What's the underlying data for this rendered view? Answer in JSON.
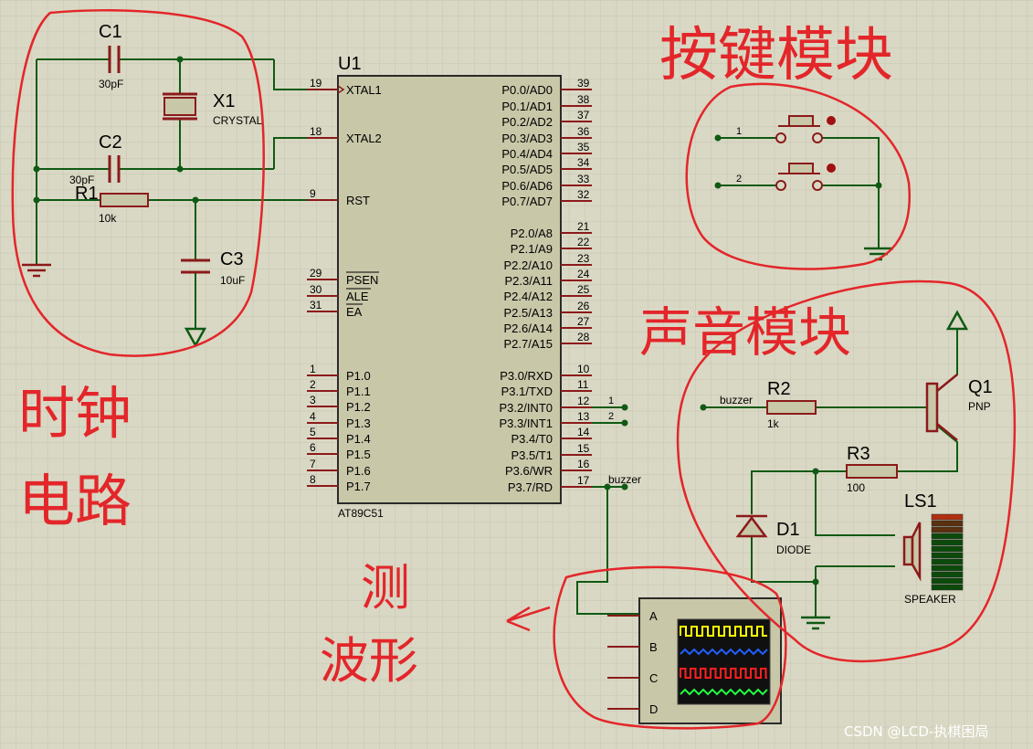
{
  "colors": {
    "background": "#d9d8c4",
    "grid": "#c7c6b1",
    "wire": "#0f5a14",
    "component": "#8b1a1a",
    "chip_body": "#c8c7a8",
    "annotation": "#e3262a"
  },
  "chip": {
    "ref": "U1",
    "part": "AT89C51",
    "left_pins": [
      {
        "num": "19",
        "name": "XTAL1"
      },
      {
        "num": "18",
        "name": "XTAL2"
      },
      {
        "num": "9",
        "name": "RST"
      },
      {
        "num": "29",
        "name": "PSEN"
      },
      {
        "num": "30",
        "name": "ALE"
      },
      {
        "num": "31",
        "name": "EA"
      },
      {
        "num": "1",
        "name": "P1.0"
      },
      {
        "num": "2",
        "name": "P1.1"
      },
      {
        "num": "3",
        "name": "P1.2"
      },
      {
        "num": "4",
        "name": "P1.3"
      },
      {
        "num": "5",
        "name": "P1.4"
      },
      {
        "num": "6",
        "name": "P1.5"
      },
      {
        "num": "7",
        "name": "P1.6"
      },
      {
        "num": "8",
        "name": "P1.7"
      }
    ],
    "right_pins": [
      {
        "num": "39",
        "name": "P0.0/AD0"
      },
      {
        "num": "38",
        "name": "P0.1/AD1"
      },
      {
        "num": "37",
        "name": "P0.2/AD2"
      },
      {
        "num": "36",
        "name": "P0.3/AD3"
      },
      {
        "num": "35",
        "name": "P0.4/AD4"
      },
      {
        "num": "34",
        "name": "P0.5/AD5"
      },
      {
        "num": "33",
        "name": "P0.6/AD6"
      },
      {
        "num": "32",
        "name": "P0.7/AD7"
      },
      {
        "num": "21",
        "name": "P2.0/A8"
      },
      {
        "num": "22",
        "name": "P2.1/A9"
      },
      {
        "num": "23",
        "name": "P2.2/A10"
      },
      {
        "num": "24",
        "name": "P2.3/A11"
      },
      {
        "num": "25",
        "name": "P2.4/A12"
      },
      {
        "num": "26",
        "name": "P2.5/A13"
      },
      {
        "num": "27",
        "name": "P2.6/A14"
      },
      {
        "num": "28",
        "name": "P2.7/A15"
      },
      {
        "num": "10",
        "name": "P3.0/RXD"
      },
      {
        "num": "11",
        "name": "P3.1/TXD"
      },
      {
        "num": "12",
        "name": "P3.2/INT0"
      },
      {
        "num": "13",
        "name": "P3.3/INT1"
      },
      {
        "num": "14",
        "name": "P3.4/T0"
      },
      {
        "num": "15",
        "name": "P3.5/T1"
      },
      {
        "num": "16",
        "name": "P3.6/WR"
      },
      {
        "num": "17",
        "name": "P3.7/RD"
      }
    ]
  },
  "components": {
    "c1": {
      "ref": "C1",
      "value": "30pF"
    },
    "c2": {
      "ref": "C2",
      "value": "30pF"
    },
    "c3": {
      "ref": "C3",
      "value": "10uF"
    },
    "x1": {
      "ref": "X1",
      "value": "CRYSTAL"
    },
    "r1": {
      "ref": "R1",
      "value": "10k"
    },
    "r2": {
      "ref": "R2",
      "value": "1k"
    },
    "r3": {
      "ref": "R3",
      "value": "100"
    },
    "q1": {
      "ref": "Q1",
      "value": "PNP"
    },
    "d1": {
      "ref": "D1",
      "value": "DIODE"
    },
    "ls1": {
      "ref": "LS1",
      "value": "SPEAKER"
    }
  },
  "net_labels": {
    "int0": "1",
    "int1": "2",
    "p37": "buzzer",
    "r2_in": "buzzer",
    "key1": "1",
    "key2": "2"
  },
  "scope": {
    "channels": [
      "A",
      "B",
      "C",
      "D"
    ],
    "trace_colors": [
      "#ffff00",
      "#2060ff",
      "#ff2020",
      "#20ff40"
    ]
  },
  "annotations": {
    "clock": [
      "时钟",
      "电路"
    ],
    "keys": "按键模块",
    "sound": "声音模块",
    "wave": [
      "测",
      "波形"
    ]
  },
  "watermark": "CSDN @LCD-执棋困局"
}
